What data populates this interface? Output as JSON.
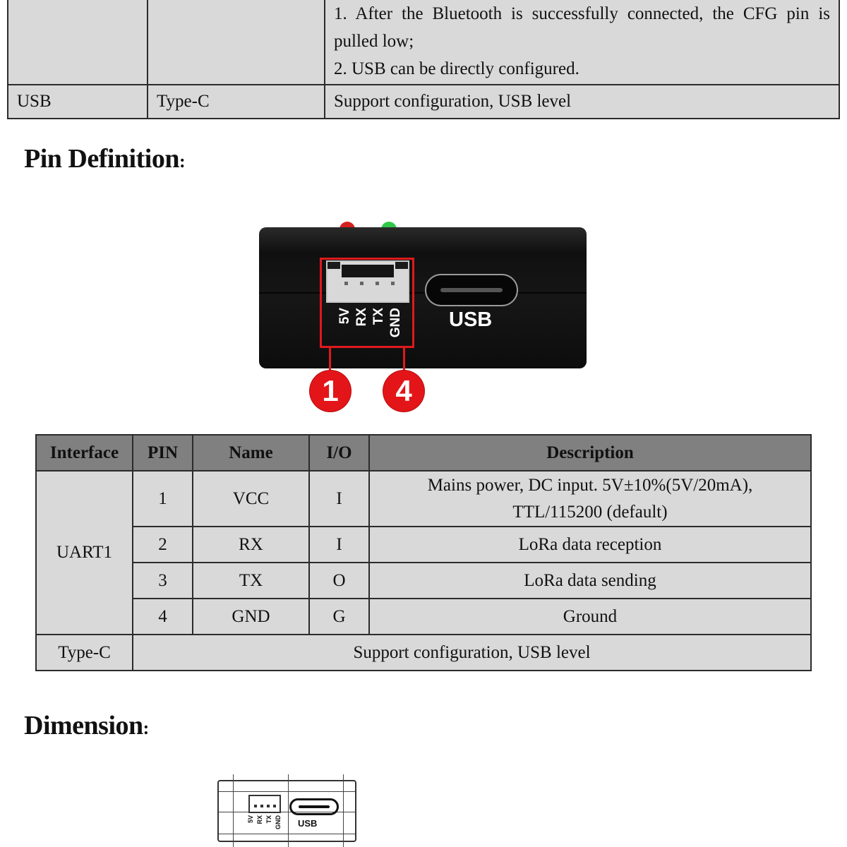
{
  "top_table": {
    "rows": [
      {
        "col1": "",
        "col2": "",
        "description_lines": [
          "1. After the Bluetooth is successfully connected, the CFG pin is pulled low;",
          "2. USB can be directly configured."
        ]
      },
      {
        "col1": "USB",
        "col2": "Type-C",
        "description": "Support configuration, USB level"
      }
    ]
  },
  "pin_definition": {
    "heading": "Pin Definition",
    "colon": ":",
    "image": {
      "connector_labels": [
        "5V",
        "RX",
        "TX",
        "GND"
      ],
      "usb_label": "USB",
      "badges": [
        "1",
        "4"
      ],
      "led_colors": {
        "red": "#d42020",
        "green": "#2fc84a"
      },
      "highlight_color": "#e0191c"
    },
    "table": {
      "headers": [
        "Interface",
        "PIN",
        "Name",
        "I/O",
        "Description"
      ],
      "interface_uart": "UART1",
      "rows": [
        {
          "pin": "1",
          "name": "VCC",
          "io": "I",
          "description_line1": "Mains power, DC input. 5V±10%(5V/20mA),",
          "description_line2": "TTL/115200 (default)"
        },
        {
          "pin": "2",
          "name": "RX",
          "io": "I",
          "description": "LoRa data reception"
        },
        {
          "pin": "3",
          "name": "TX",
          "io": "O",
          "description": "LoRa data sending"
        },
        {
          "pin": "4",
          "name": "GND",
          "io": "G",
          "description": "Ground"
        }
      ],
      "typec_row": {
        "interface": "Type-C",
        "description": "Support configuration, USB level"
      }
    }
  },
  "dimension": {
    "heading": "Dimension",
    "colon": ":",
    "drawing": {
      "connector_labels": [
        "5V",
        "RX",
        "TX",
        "GND"
      ],
      "usb_label": "USB"
    }
  }
}
